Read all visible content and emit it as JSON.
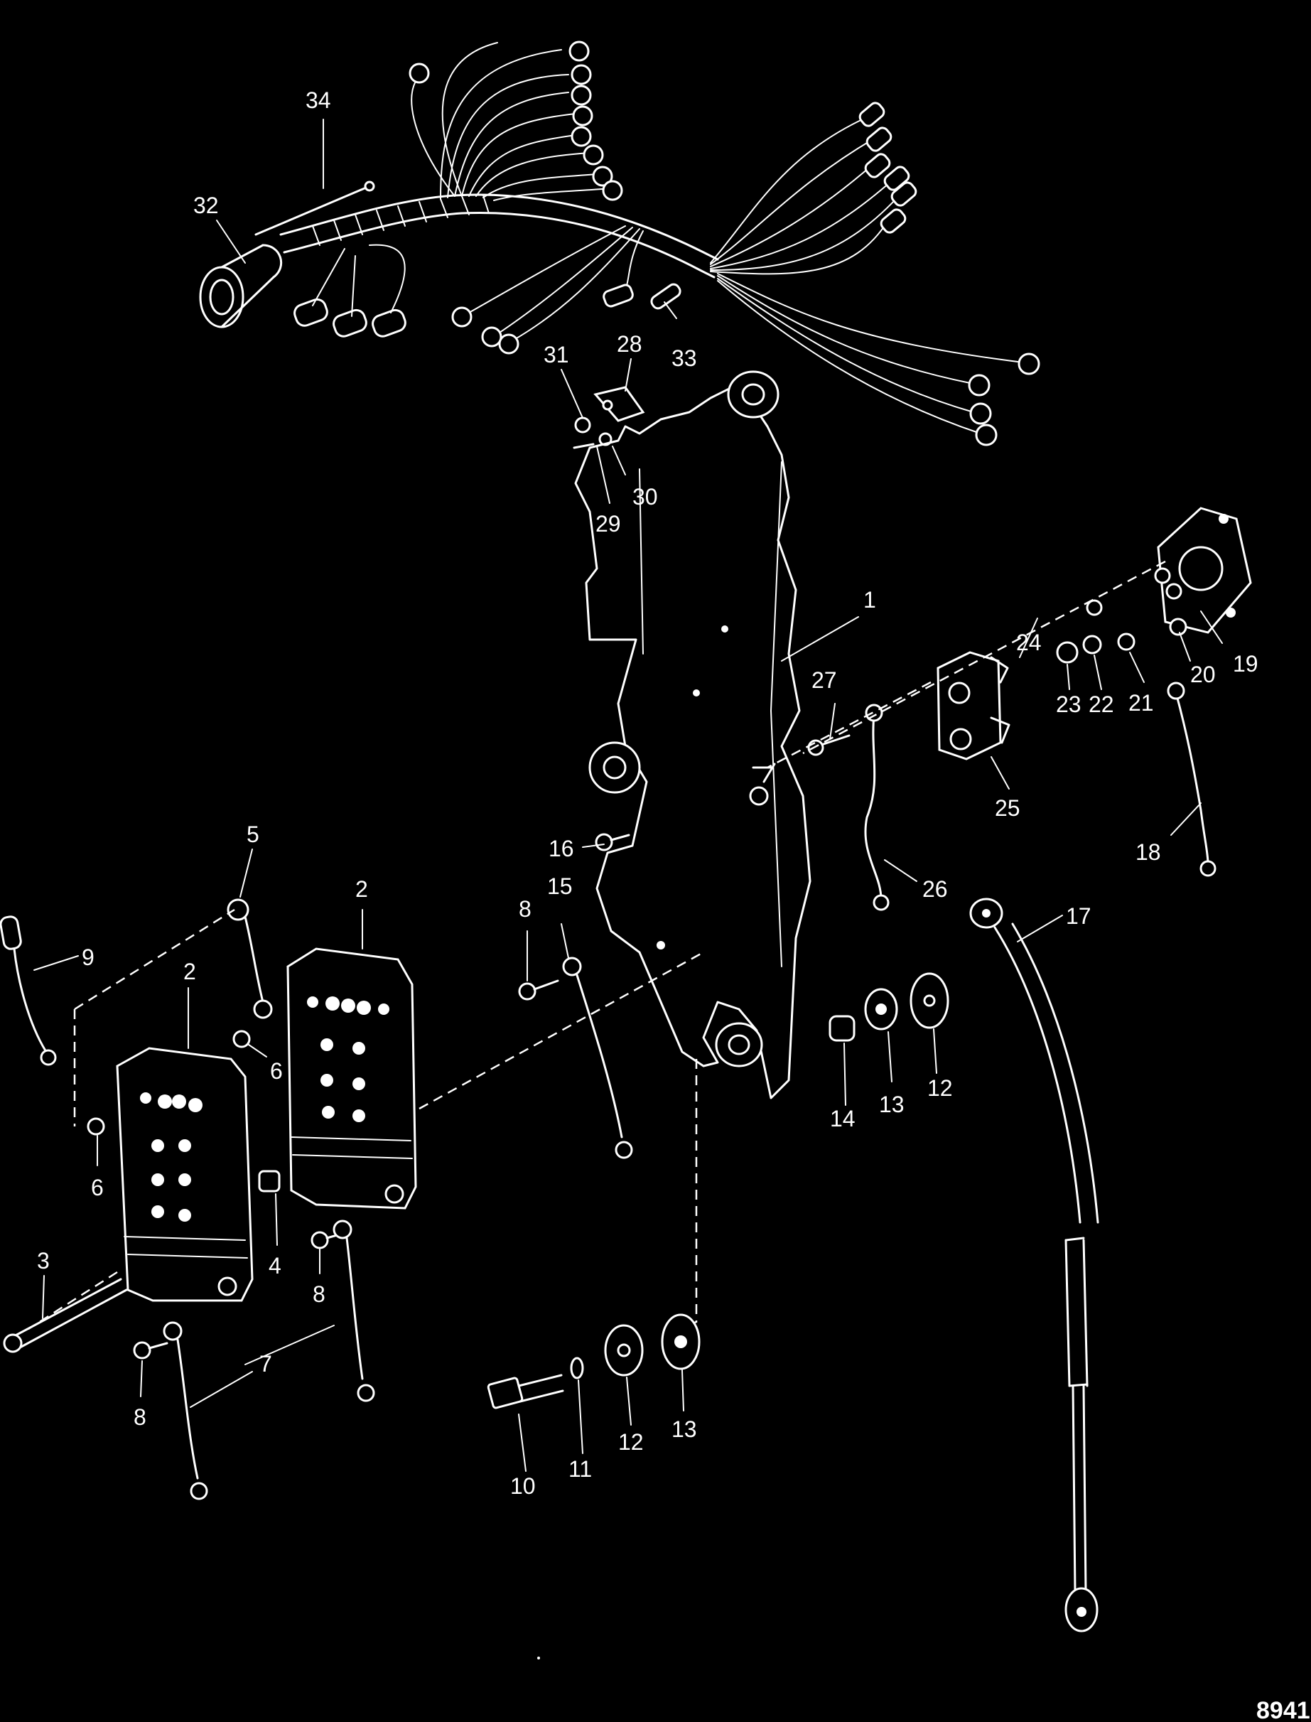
{
  "figure": {
    "figure_id": "8941",
    "callouts": [
      {
        "id": "c34",
        "label": "34"
      },
      {
        "id": "c32",
        "label": "32"
      },
      {
        "id": "c31",
        "label": "31"
      },
      {
        "id": "c28",
        "label": "28"
      },
      {
        "id": "c33",
        "label": "33"
      },
      {
        "id": "c30",
        "label": "30"
      },
      {
        "id": "c29",
        "label": "29"
      },
      {
        "id": "c1",
        "label": "1"
      },
      {
        "id": "c24",
        "label": "24"
      },
      {
        "id": "c19",
        "label": "19"
      },
      {
        "id": "c20",
        "label": "20"
      },
      {
        "id": "c21",
        "label": "21"
      },
      {
        "id": "c22",
        "label": "22"
      },
      {
        "id": "c23",
        "label": "23"
      },
      {
        "id": "c27",
        "label": "27"
      },
      {
        "id": "c25",
        "label": "25"
      },
      {
        "id": "c18",
        "label": "18"
      },
      {
        "id": "c16",
        "label": "16"
      },
      {
        "id": "c26",
        "label": "26"
      },
      {
        "id": "c5",
        "label": "5"
      },
      {
        "id": "c2a",
        "label": "2"
      },
      {
        "id": "c15",
        "label": "15"
      },
      {
        "id": "c8a",
        "label": "8"
      },
      {
        "id": "c17",
        "label": "17"
      },
      {
        "id": "c9",
        "label": "9"
      },
      {
        "id": "c2b",
        "label": "2"
      },
      {
        "id": "c6a",
        "label": "6"
      },
      {
        "id": "c6b",
        "label": "6"
      },
      {
        "id": "c14",
        "label": "14"
      },
      {
        "id": "c13a",
        "label": "13"
      },
      {
        "id": "c12a",
        "label": "12"
      },
      {
        "id": "c4",
        "label": "4"
      },
      {
        "id": "c3",
        "label": "3"
      },
      {
        "id": "c8b",
        "label": "8"
      },
      {
        "id": "c7",
        "label": "7"
      },
      {
        "id": "c8c",
        "label": "8"
      },
      {
        "id": "c11",
        "label": "11"
      },
      {
        "id": "c12b",
        "label": "12"
      },
      {
        "id": "c13b",
        "label": "13"
      },
      {
        "id": "c10",
        "label": "10"
      }
    ]
  }
}
